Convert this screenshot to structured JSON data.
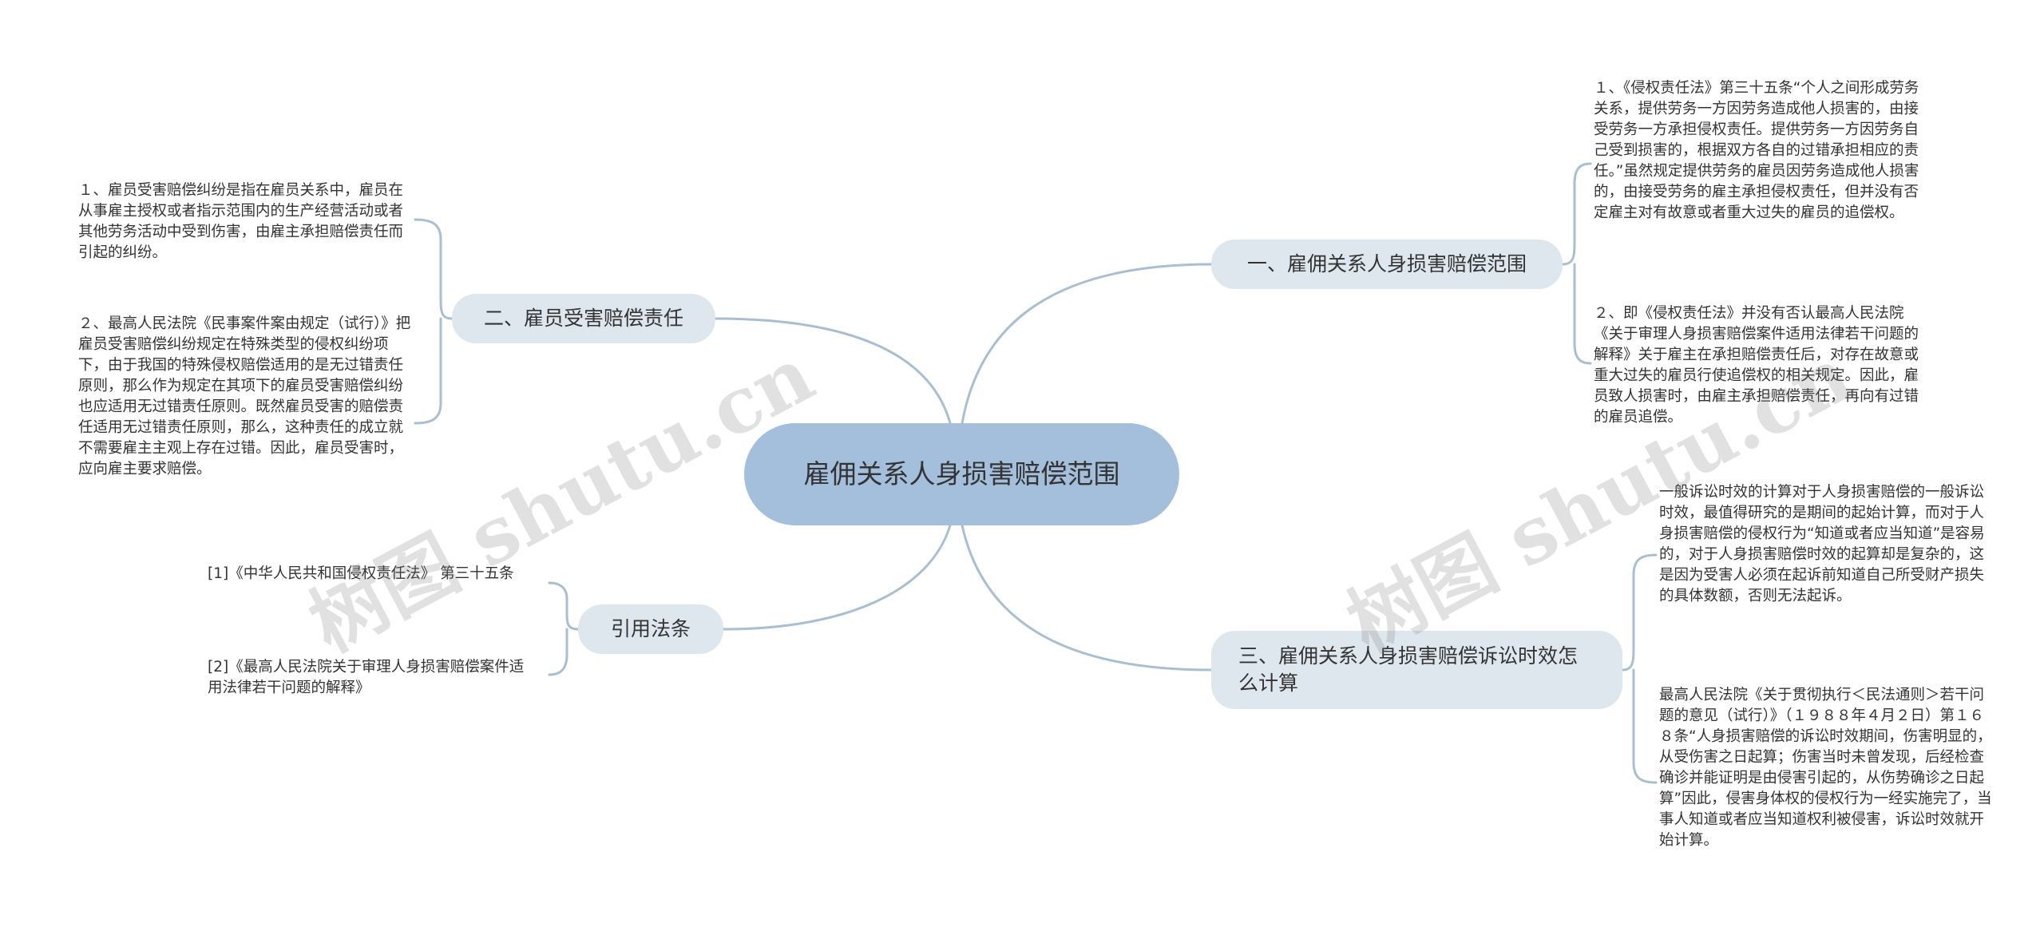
{
  "center": {
    "label": "雇佣关系人身损害赔偿范围"
  },
  "branches": [
    {
      "label": "一、雇佣关系人身损害赔偿范围",
      "children": [
        "１、《侵权责任法》第三十五条“个人之间形成劳务关系，提供劳务一方因劳务造成他人损害的，由接受劳务一方承担侵权责任。提供劳务一方因劳务自己受到损害的，根据双方各自的过错承担相应的责任。”虽然规定提供劳务的雇员因劳务造成他人损害的，由接受劳务的雇主承担侵权责任，但并没有否定雇主对有故意或者重大过失的雇员的追偿权。",
        "２、即《侵权责任法》并没有否认最高人民法院《关于审理人身损害赔偿案件适用法律若干问题的解释》关于雇主在承担赔偿责任后，对存在故意或重大过失的雇员行使追偿权的相关规定。因此，雇员致人损害时，由雇主承担赔偿责任，再向有过错的雇员追偿。"
      ]
    },
    {
      "label": "二、雇员受害赔偿责任",
      "children": [
        "１、雇员受害赔偿纠纷是指在雇员关系中，雇员在从事雇主授权或者指示范围内的生产经营活动或者其他劳务活动中受到伤害，由雇主承担赔偿责任而引起的纠纷。",
        "２、最高人民法院《民事案件案由规定（试行）》把雇员受害赔偿纠纷规定在特殊类型的侵权纠纷项下，由于我国的特殊侵权赔偿适用的是无过错责任原则，那么作为规定在其项下的雇员受害赔偿纠纷也应适用无过错责任原则。既然雇员受害的赔偿责任适用无过错责任原则，那么，这种责任的成立就不需要雇主主观上存在过错。因此，雇员受害时，应向雇主要求赔偿。"
      ]
    },
    {
      "label": "三、雇佣关系人身损害赔偿诉讼时效怎么计算",
      "children": [
        "一般诉讼时效的计算对于人身损害赔偿的一般诉讼时效，最值得研究的是期间的起始计算，而对于人身损害赔偿的侵权行为“知道或者应当知道”是容易的，对于人身损害赔偿时效的起算却是复杂的，这是因为受害人必须在起诉前知道自己所受财产损失的具体数额，否则无法起诉。",
        "最高人民法院《关于贯彻执行＜民法通则＞若干问题的意见（试行）》（１９８８年４月２日）第１６８条“人身损害赔偿的诉讼时效期间，伤害明显的，从受伤害之日起算；伤害当时未曾发现，后经检查确诊并能证明是由侵害引起的，从伤势确诊之日起算”因此，侵害身体权的侵权行为一经实施完了，当事人知道或者应当知道权利被侵害，诉讼时效就开始计算。"
      ]
    },
    {
      "label": "引用法条",
      "children": [
        "[1]《中华人民共和国侵权责任法》 第三十五条",
        "[2]《最高人民法院关于审理人身损害赔偿案件适用法律若干问题的解释》"
      ]
    }
  ],
  "watermark": [
    "树图 shutu.cn",
    "树图 shutu.cn"
  ],
  "colors": {
    "center_fill": "#a3bfdb",
    "branch_fill": "#dfe7ee",
    "edge": "#a9bfd0",
    "text": "#333333"
  }
}
